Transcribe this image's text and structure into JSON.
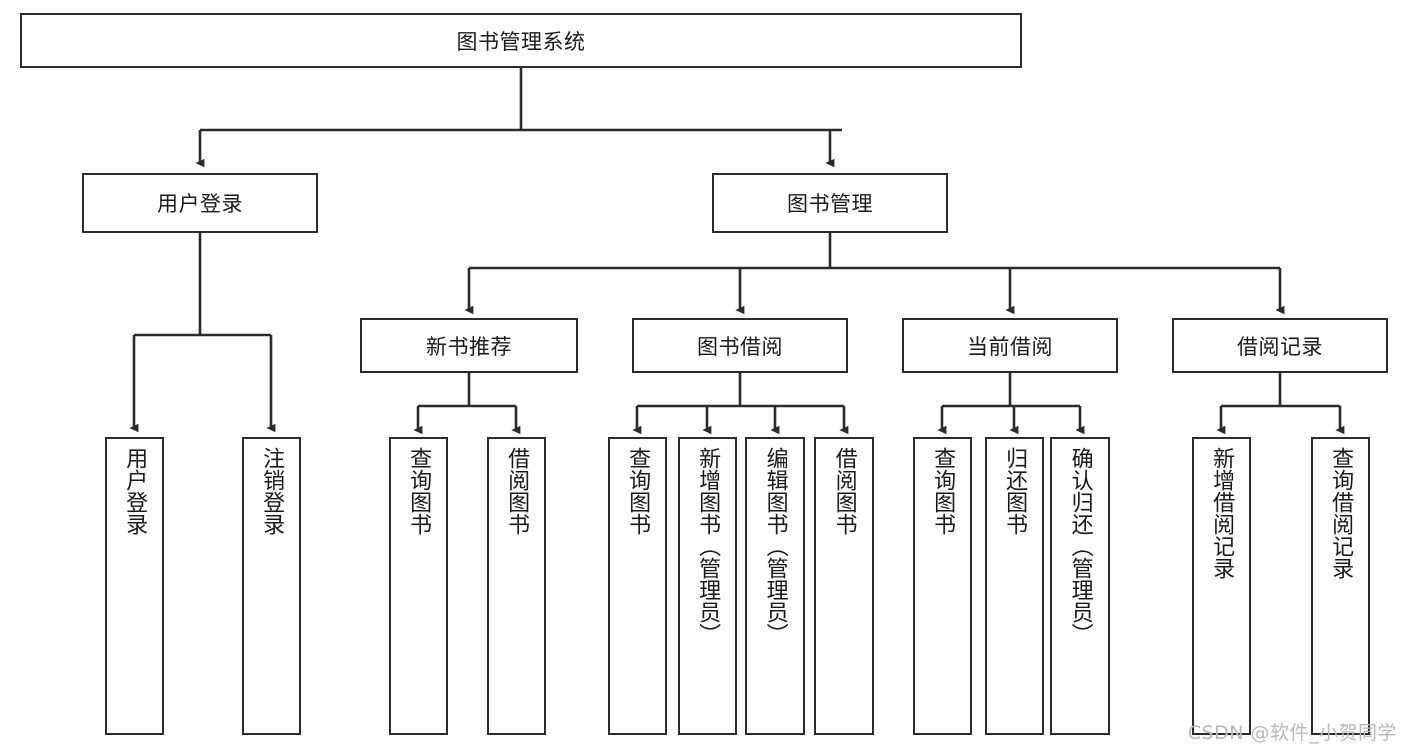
{
  "diagram": {
    "type": "hierarchy-tree",
    "title": "图书管理系统",
    "root": {
      "id": "root",
      "label": "图书管理系统"
    },
    "level2": [
      {
        "id": "user-login",
        "label": "用户登录"
      },
      {
        "id": "book-management",
        "label": "图书管理"
      }
    ],
    "level3": [
      {
        "id": "new-book-recommend",
        "label": "新书推荐"
      },
      {
        "id": "book-borrow",
        "label": "图书借阅"
      },
      {
        "id": "current-borrow",
        "label": "当前借阅"
      },
      {
        "id": "borrow-record",
        "label": "借阅记录"
      }
    ],
    "leaves": {
      "user_login": [
        {
          "id": "leaf-user-login",
          "label": "用户登录"
        },
        {
          "id": "leaf-logout-login",
          "label": "注销登录"
        }
      ],
      "new_book_recommend": [
        {
          "id": "leaf-query-book-1",
          "label": "查询图书"
        },
        {
          "id": "leaf-borrow-book-1",
          "label": "借阅图书"
        }
      ],
      "book_borrow": [
        {
          "id": "leaf-query-book-2",
          "label": "查询图书"
        },
        {
          "id": "leaf-add-book",
          "label": "新增图书（管理员）"
        },
        {
          "id": "leaf-edit-book",
          "label": "编辑图书（管理员）"
        },
        {
          "id": "leaf-borrow-book-2",
          "label": "借阅图书"
        }
      ],
      "current_borrow": [
        {
          "id": "leaf-query-book-3",
          "label": "查询图书"
        },
        {
          "id": "leaf-return-book",
          "label": "归还图书"
        },
        {
          "id": "leaf-confirm-return",
          "label": "确认归还（管理员）"
        }
      ],
      "borrow_record": [
        {
          "id": "leaf-add-record",
          "label": "新增借阅记录"
        },
        {
          "id": "leaf-query-record",
          "label": "查询借阅记录"
        }
      ]
    }
  },
  "watermark": {
    "text": "CSDN @软件_小贺同学"
  },
  "colors": {
    "stroke": "#2b2b2b",
    "background": "#ffffff",
    "text": "#1a1a1a",
    "watermark": "#b9b9b9"
  }
}
